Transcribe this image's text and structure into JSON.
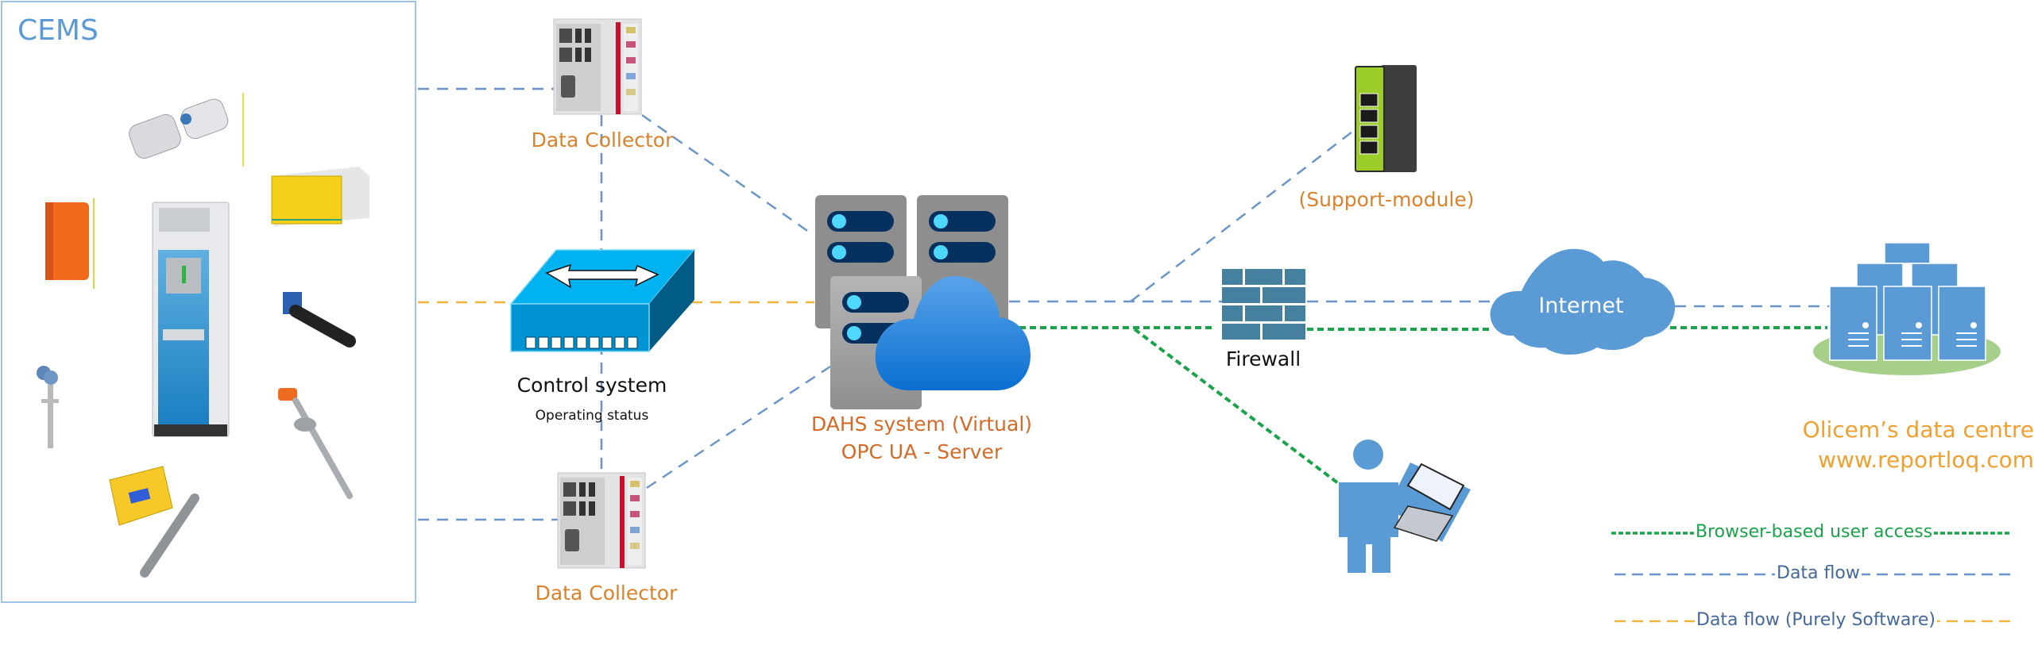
{
  "colors": {
    "data_flow": "#6b95c8",
    "browser_access": "#1aa34a",
    "software_flow": "#f0b43c",
    "label_orange": "#d9822b",
    "cems_blue": "#5b9bd5",
    "legend_blue": "#44689a"
  },
  "cems": {
    "title": "CEMS",
    "devices": [
      {
        "name": "opacity-sensor-pair",
        "icon": "sensor-icon"
      },
      {
        "name": "orange-analyzer",
        "icon": "analyzer-icon"
      },
      {
        "name": "gas-analyzer-cabinet",
        "icon": "cabinet-icon"
      },
      {
        "name": "yellow-rack-analyzer",
        "icon": "rack-analyzer-icon"
      },
      {
        "name": "blue-probe",
        "icon": "probe-icon"
      },
      {
        "name": "flow-probe",
        "icon": "probe-icon"
      },
      {
        "name": "orange-probe",
        "icon": "probe-icon"
      },
      {
        "name": "yellow-dust-monitor",
        "icon": "dust-monitor-icon"
      }
    ]
  },
  "nodes": {
    "data_collector_top": {
      "label": "Data Collector"
    },
    "data_collector_bottom": {
      "label": "Data Collector"
    },
    "control_system": {
      "label": "Control system",
      "sublabel": "Operating status"
    },
    "dahs": {
      "label_line1": "DAHS system (Virtual)",
      "label_line2": "OPC UA - Server"
    },
    "support_module": {
      "label": "(Support-module)"
    },
    "firewall": {
      "label": "Firewall"
    },
    "internet": {
      "label": "Internet"
    },
    "data_centre": {
      "label_line1": "Olicem’s data centre",
      "label_line2": "www.reportloq.com"
    },
    "user": {
      "label": ""
    }
  },
  "legend": [
    {
      "type": "browser_access",
      "label": "Browser-based user access"
    },
    {
      "type": "data_flow",
      "label": "Data flow"
    },
    {
      "type": "software_flow",
      "label": "Data flow (Purely Software)"
    }
  ]
}
